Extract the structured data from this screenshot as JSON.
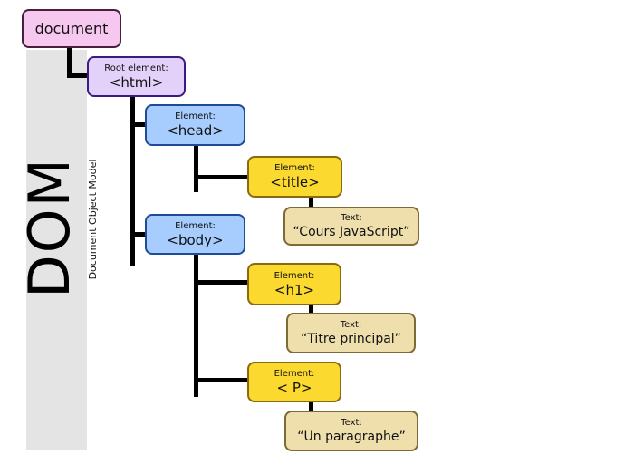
{
  "sidebar": {
    "title": "DOM",
    "subtitle": "Document Object Model"
  },
  "nodes": {
    "document": {
      "label": "document"
    },
    "html": {
      "kind": "Root element:",
      "tag": "<html>"
    },
    "head": {
      "kind": "Element:",
      "tag": "<head>"
    },
    "title": {
      "kind": "Element:",
      "tag": "<title>"
    },
    "title_text": {
      "kind": "Text:",
      "tag": "“Cours JavaScript”"
    },
    "body": {
      "kind": "Element:",
      "tag": "<body>"
    },
    "h1": {
      "kind": "Element:",
      "tag": "<h1>"
    },
    "h1_text": {
      "kind": "Text:",
      "tag": "“Titre principal”"
    },
    "p": {
      "kind": "Element:",
      "tag": "< P>"
    },
    "p_text": {
      "kind": "Text:",
      "tag": "“Un paragraphe”"
    }
  },
  "colors": {
    "document": "#f7c8ef",
    "root_element": "#e3d1fa",
    "element_blue": "#a6cdfd",
    "element_yellow": "#fcd92e",
    "text_node": "#eedfad",
    "sidebar": "#e4e4e4"
  }
}
